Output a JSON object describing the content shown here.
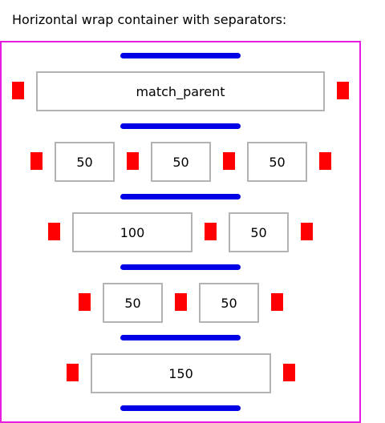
{
  "caption": "Horizontal wrap container with separators:",
  "rows": [
    {
      "items": [
        "match_parent"
      ]
    },
    {
      "items": [
        "50",
        "50",
        "50"
      ]
    },
    {
      "items": [
        "100",
        "50"
      ]
    },
    {
      "items": [
        "50",
        "50"
      ]
    },
    {
      "items": [
        "150"
      ]
    }
  ],
  "colors": {
    "container_border": "#e71ee0",
    "horizontal_separator": "#0000e6",
    "vertical_separator": "#ff0000",
    "item_border": "#b3b3b3"
  }
}
